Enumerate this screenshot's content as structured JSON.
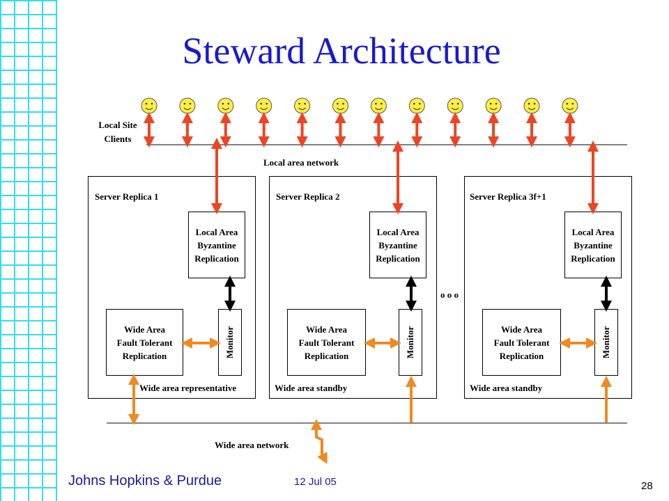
{
  "slide": {
    "title": "Steward Architecture",
    "footer_left": "Johns Hopkins & Purdue",
    "footer_date": "12 Jul 05",
    "page_number": "28"
  },
  "labels": {
    "local_site_clients": "Local Site\nClients",
    "local_area_network": "Local area network",
    "wide_area_network": "Wide area network",
    "ellipsis": "o o o"
  },
  "replicas": [
    {
      "name": "Server Replica 1",
      "lab": "Local Area\nByzantine\nReplication",
      "wan": "Wide Area\nFault Tolerant\nReplication",
      "monitor": "Monitor",
      "role": "Wide area representative"
    },
    {
      "name": "Server Replica 2",
      "lab": "Local Area\nByzantine\nReplication",
      "wan": "Wide Area\nFault Tolerant\nReplication",
      "monitor": "Monitor",
      "role": "Wide area standby"
    },
    {
      "name": "Server Replica 3f+1",
      "lab": "Local Area\nByzantine\nReplication",
      "wan": "Wide Area\nFault Tolerant\nReplication",
      "monitor": "Monitor",
      "role": "Wide area standby"
    }
  ],
  "colors": {
    "title": "#1a1acc",
    "client_face": "#ffee44",
    "lan_arrow": "#ee4422",
    "wan_arrow": "#f08a20",
    "grid": "#33ddee"
  },
  "client_count": 12
}
